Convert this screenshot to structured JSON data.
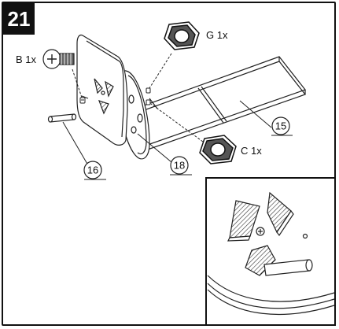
{
  "step": {
    "number": "21"
  },
  "parts": [
    {
      "id": "B",
      "label": "B 1x"
    },
    {
      "id": "G",
      "label": "G 1x"
    },
    {
      "id": "C",
      "label": "C 1x"
    }
  ],
  "callouts": [
    {
      "number": "15"
    },
    {
      "number": "16"
    },
    {
      "number": "18"
    }
  ]
}
